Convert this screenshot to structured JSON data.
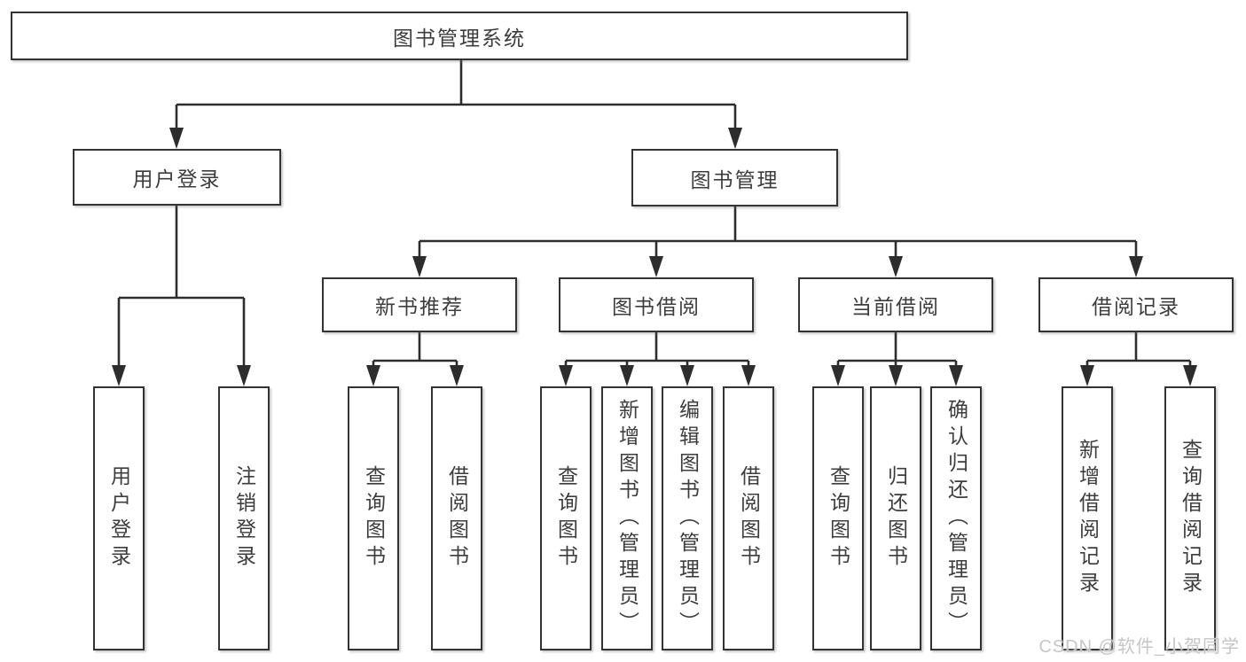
{
  "diagram": {
    "type": "hierarchy-tree",
    "tree": {
      "root": {
        "label": "图书管理系统"
      },
      "branches": [
        {
          "label": "用户登录",
          "children": [
            {
              "label": "用户登录"
            },
            {
              "label": "注销登录"
            }
          ]
        },
        {
          "label": "图书管理",
          "children": [
            {
              "label": "新书推荐",
              "children": [
                {
                  "label": "查询图书"
                },
                {
                  "label": "借阅图书"
                }
              ]
            },
            {
              "label": "图书借阅",
              "children": [
                {
                  "label": "查询图书"
                },
                {
                  "label": "新增图书（管理员）"
                },
                {
                  "label": "编辑图书（管理员）"
                },
                {
                  "label": "借阅图书"
                }
              ]
            },
            {
              "label": "当前借阅",
              "children": [
                {
                  "label": "查询图书"
                },
                {
                  "label": "归还图书"
                },
                {
                  "label": "确认归还（管理员）"
                }
              ]
            },
            {
              "label": "借阅记录",
              "children": [
                {
                  "label": "新增借阅记录"
                },
                {
                  "label": "查询借阅记录"
                }
              ]
            }
          ]
        }
      ]
    },
    "colors": {
      "line": "#2d2d2d",
      "box_border": "#333333",
      "box_fill": "#ffffff",
      "text": "#3d3d3d",
      "watermark": "#c6c6c6"
    }
  },
  "watermark": {
    "text": "CSDN @软件_小贺同学"
  }
}
